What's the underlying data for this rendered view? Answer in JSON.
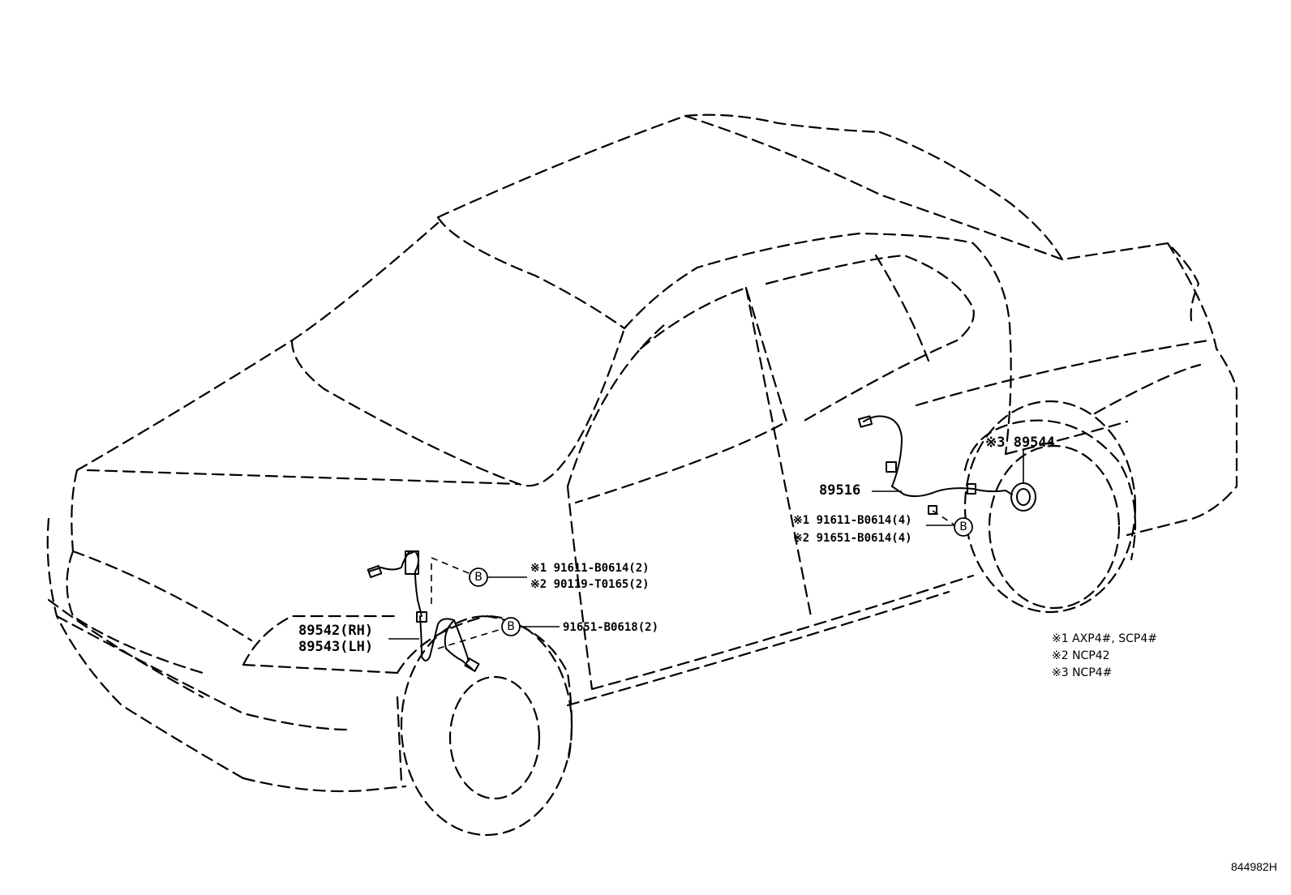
{
  "callouts": {
    "front_sensor_rh": "89542(RH)",
    "front_sensor_lh": "89543(LH)",
    "front_bolt_1": "※1 91611-B0614(2)",
    "front_bolt_2": "※2 90119-T0165(2)",
    "front_clamp_bolt": "91651-B0618(2)",
    "rear_sensor": "89516",
    "rear_bolt_1": "※1 91611-B0614(4)",
    "rear_bolt_2": "※2 91651-B0614(4)",
    "rear_rotor": "※3 89544",
    "bolt_marker": "B"
  },
  "notes": [
    "※1 AXP4#, SCP4#",
    "※2 NCP42",
    "※3 NCP4#"
  ],
  "illustration_code": "844982H"
}
